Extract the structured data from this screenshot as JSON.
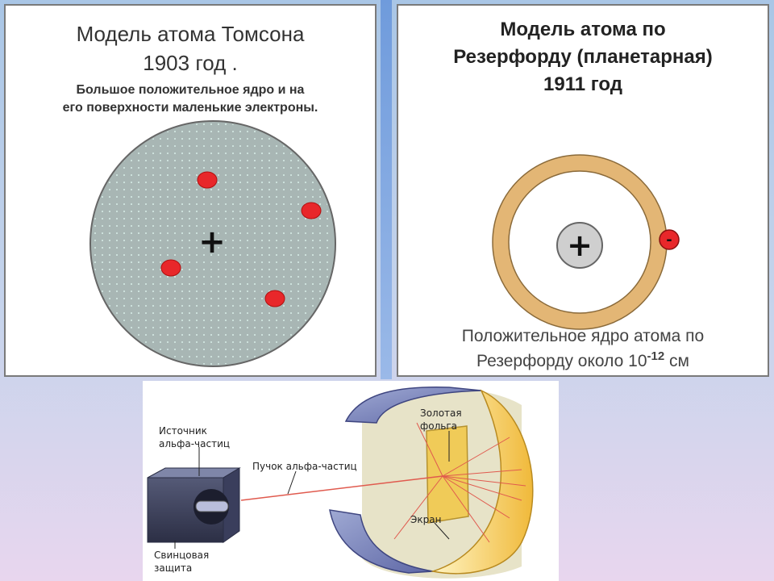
{
  "thomson": {
    "title_line1": "Модель атома Томсона",
    "title_line2": "1903 год .",
    "desc_line1": "Большое положительное ядро и на",
    "desc_line2": "его поверхности маленькие электроны.",
    "sign": "+"
  },
  "rutherford": {
    "title_line1": "Модель атома по",
    "title_line2": "Резерфорду (планетарная)",
    "title_line3": "1911 год",
    "sign": "+",
    "electron_sign": "-",
    "note_line1": "Положительное ядро атома по",
    "note_line2_prefix": "Резерфорду  около 10",
    "note_exponent": "-12",
    "note_unit": "см"
  },
  "experiment": {
    "source_label_line1": "Источник",
    "source_label_line2": "альфа-частиц",
    "beam_label": "Пучок альфа-частиц",
    "foil_label_line1": "Золотая",
    "foil_label_line2": "фольга",
    "screen_label": "Экран",
    "shield_label_line1": "Свинцовая",
    "shield_label_line2": "защита"
  },
  "colors": {
    "sphere": "#a8b6b4",
    "electron": "#e8272a",
    "ring": "#e3b675",
    "nucleus": "#cfcfcf",
    "beam": "#e05a4e",
    "gold": "#f2c94c"
  }
}
